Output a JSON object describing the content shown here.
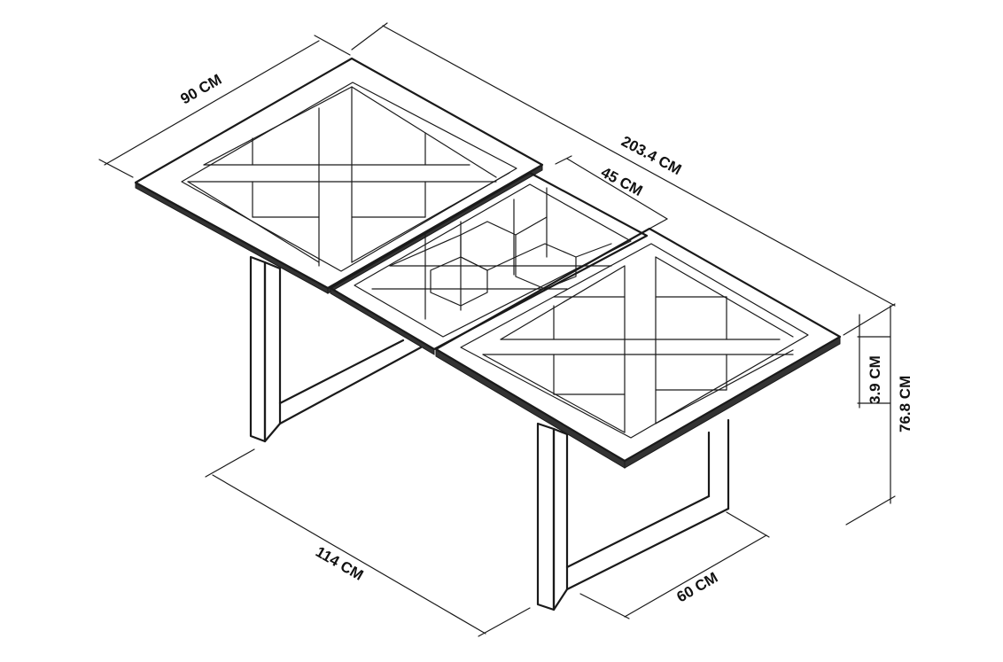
{
  "diagram": {
    "dimensions": {
      "width": "90 CM",
      "length": "203.4 CM",
      "extension": "45 CM",
      "top_thickness": "3.9 CM",
      "height": "76.8 CM",
      "leg_span": "114 CM",
      "leg_depth": "60 CM"
    }
  }
}
